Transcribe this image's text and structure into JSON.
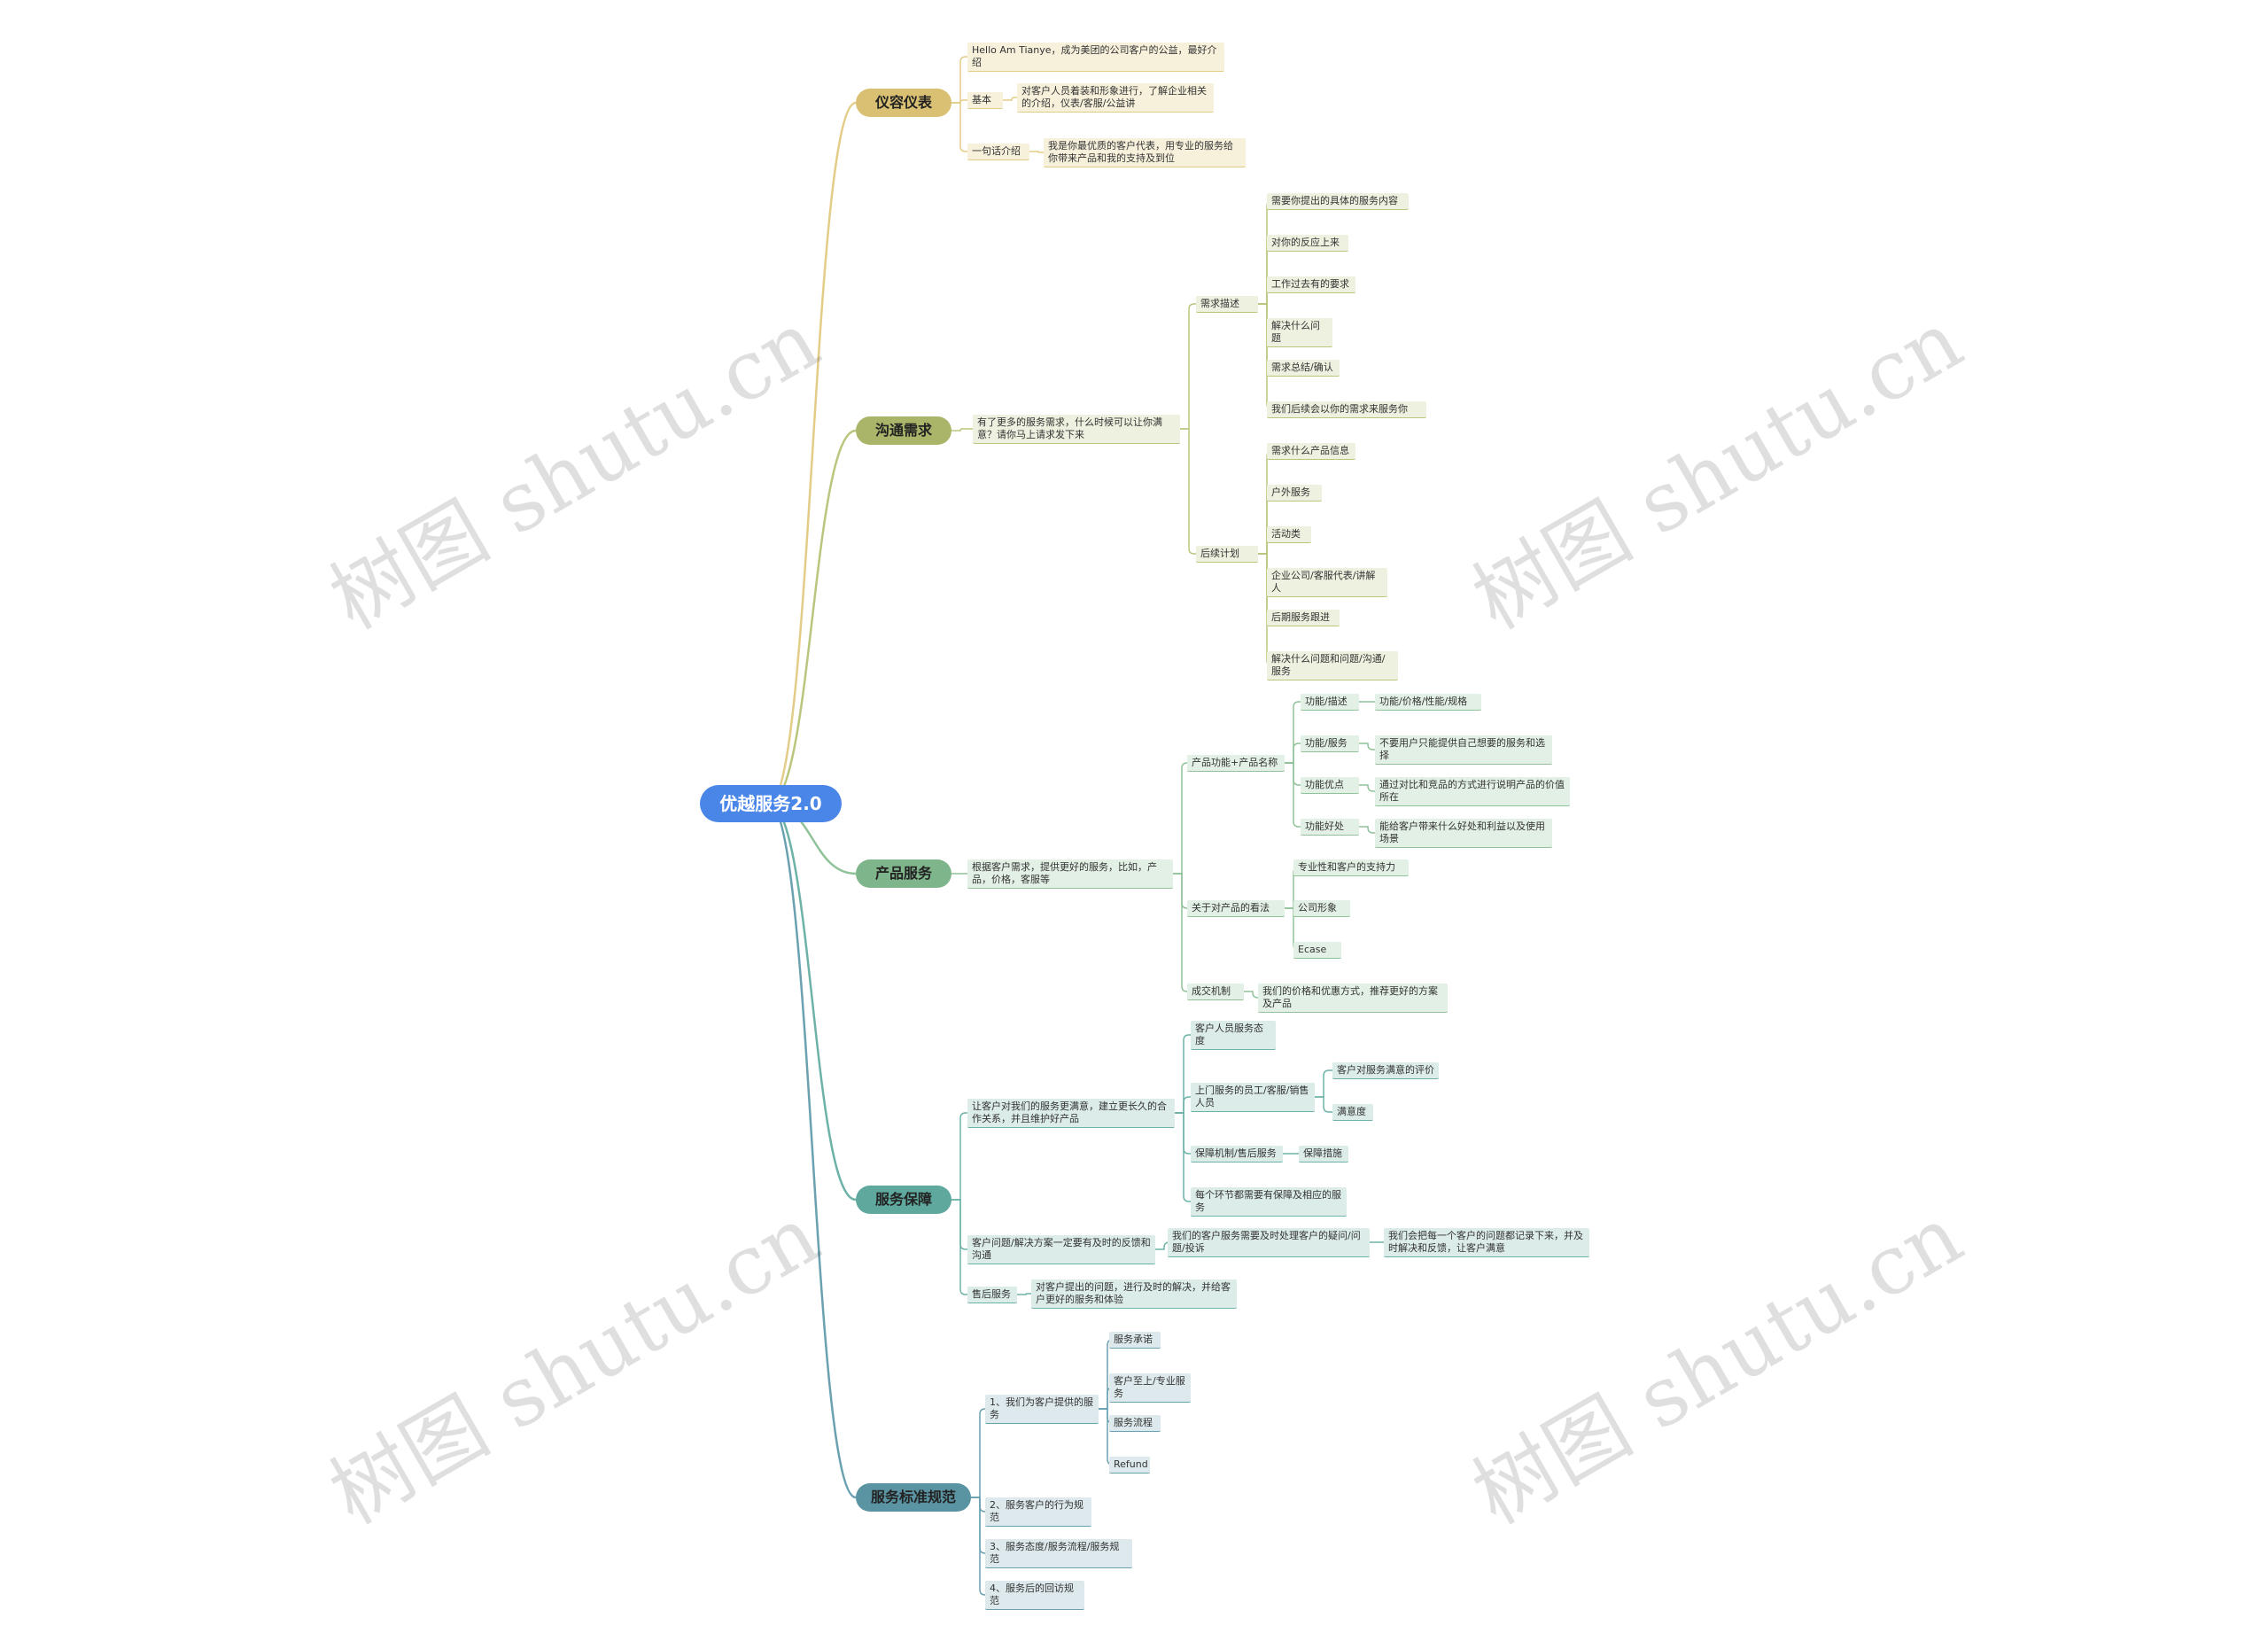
{
  "title": "优越服务2.0",
  "colors": {
    "root": "#4a86e8",
    "b1": "#d9c073",
    "b1_light": "#f7f1dc",
    "b1_line": "#e3cc87",
    "b2": "#aab56a",
    "b2_light": "#eef1df",
    "b2_line": "#bcc57e",
    "b3": "#7fb58a",
    "b3_light": "#e3f0e5",
    "b3_line": "#8fc299",
    "b4": "#5fa89d",
    "b4_light": "#dcece9",
    "b4_line": "#6db2a7",
    "b5": "#5a94a3",
    "b5_light": "#dde9ec",
    "b5_line": "#6aa1b0"
  },
  "watermarks": [
    "树图 shutu.cn",
    "树图 shutu.cn",
    "树图 shutu.cn",
    "树图 shutu.cn"
  ],
  "branches": [
    {
      "label": "仪容仪表",
      "children": [
        {
          "text": "Hello Am Tianye，成为美团的公司客户的公益，最好介绍"
        },
        {
          "text": "基本",
          "children": [
            {
              "text": "对客户人员着装和形象进行，了解企业相关的介绍，仪表/客服/公益讲"
            }
          ]
        },
        {
          "text": "一句话介绍",
          "children": [
            {
              "text": "我是你最优质的客户代表，用专业的服务给你带来产品和我的支持及到位"
            }
          ]
        }
      ]
    },
    {
      "label": "沟通需求",
      "children": [
        {
          "text": "有了更多的服务需求，什么时候可以让你满意？请你马上请求发下来",
          "children": [
            {
              "text": "需求描述",
              "children": [
                {
                  "text": "需要你提出的具体的服务内容"
                },
                {
                  "text": "对你的反应上来"
                },
                {
                  "text": "工作过去有的要求"
                },
                {
                  "text": "解决什么问题"
                },
                {
                  "text": "需求总结/确认"
                },
                {
                  "text": "我们后续会以你的需求来服务你"
                }
              ]
            },
            {
              "text": "后续计划",
              "children": [
                {
                  "text": "需求什么产品信息"
                },
                {
                  "text": "户外服务"
                },
                {
                  "text": "活动类"
                },
                {
                  "text": "企业公司/客服代表/讲解人"
                },
                {
                  "text": "后期服务跟进"
                },
                {
                  "text": "解决什么问题和问题/沟通/服务"
                }
              ]
            }
          ]
        }
      ]
    },
    {
      "label": "产品服务",
      "children": [
        {
          "text": "根据客户需求，提供更好的服务，比如，产品，价格，客服等",
          "children": [
            {
              "text": "产品功能+产品名称",
              "children": [
                {
                  "text": "功能/描述",
                  "children": [
                    {
                      "text": "功能/价格/性能/规格"
                    }
                  ]
                },
                {
                  "text": "功能/服务",
                  "children": [
                    {
                      "text": "不要用户只能提供自己想要的服务和选择"
                    }
                  ]
                },
                {
                  "text": "功能优点",
                  "children": [
                    {
                      "text": "通过对比和竞品的方式进行说明产品的价值所在"
                    }
                  ]
                },
                {
                  "text": "功能好处",
                  "children": [
                    {
                      "text": "能给客户带来什么好处和利益以及使用场景"
                    }
                  ]
                }
              ]
            },
            {
              "text": "关于对产品的看法",
              "children": [
                {
                  "text": "专业性和客户的支持力"
                },
                {
                  "text": "公司形象"
                },
                {
                  "text": "Ecase"
                }
              ]
            },
            {
              "text": "成交机制",
              "children": [
                {
                  "text": "我们的价格和优惠方式，推荐更好的方案及产品"
                }
              ]
            }
          ]
        }
      ]
    },
    {
      "label": "服务保障",
      "children": [
        {
          "text": "让客户对我们的服务更满意，建立更长久的合作关系，并且维护好产品",
          "children": [
            {
              "text": "客户人员服务态度"
            },
            {
              "text": "上门服务的员工/客服/销售人员",
              "children": [
                {
                  "text": "客户对服务满意的评价"
                },
                {
                  "text": "满意度"
                }
              ]
            },
            {
              "text": "保障机制/售后服务",
              "children": [
                {
                  "text": "保障措施"
                }
              ]
            },
            {
              "text": "每个环节都需要有保障及相应的服务"
            }
          ]
        },
        {
          "text": "客户问题/解决方案一定要有及时的反馈和沟通",
          "children": [
            {
              "text": "我们的客户服务需要及时处理客户的疑问/问题/投诉",
              "children": [
                {
                  "text": "我们会把每一个客户的问题都记录下来，并及时解决和反馈，让客户满意"
                }
              ]
            }
          ]
        },
        {
          "text": "售后服务",
          "children": [
            {
              "text": "对客户提出的问题，进行及时的解决，并给客户更好的服务和体验"
            }
          ]
        }
      ]
    },
    {
      "label": "服务标准规范",
      "children": [
        {
          "text": "1、我们为客户提供的服务",
          "children": [
            {
              "text": "服务承诺"
            },
            {
              "text": "客户至上/专业服务"
            },
            {
              "text": "服务流程"
            },
            {
              "text": "Refund"
            }
          ]
        },
        {
          "text": "2、服务客户的行为规范"
        },
        {
          "text": "3、服务态度/服务流程/服务规范"
        },
        {
          "text": "4、服务后的回访规范"
        }
      ]
    }
  ]
}
